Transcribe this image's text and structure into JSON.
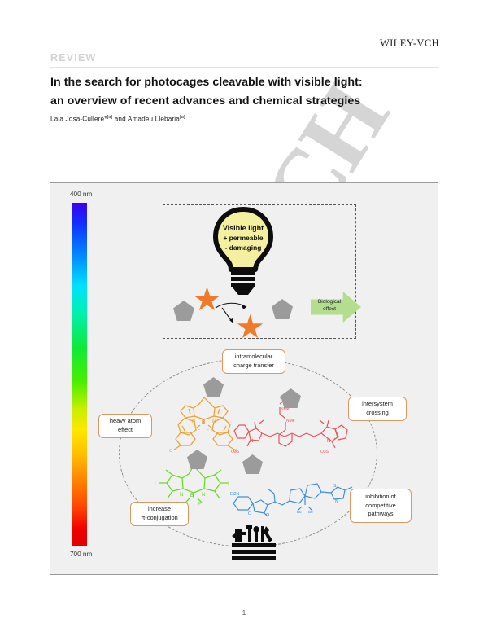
{
  "publisher": "WILEY-VCH",
  "section_kicker": "REVIEW",
  "title": "In the search for photocages cleavable with visible light: an overview of recent advances and chemical strategies",
  "authors": {
    "full": "Laia Josa-Culleré* [a] and Amadeu Llebaria [a]",
    "first_author": "Laia Josa-Culleré*",
    "first_affil": "[a]",
    "conjunction": "and",
    "second_author": "Amadeu Llebaria",
    "second_affil": "[a]"
  },
  "watermark_text": "CH",
  "page_number": "1",
  "figure": {
    "spectrum": {
      "top_label": "400 nm",
      "bottom_label": "700 nm",
      "top_color": "#3b00f0",
      "bottom_color": "#e00000"
    },
    "lightbulb": {
      "line1": "Visible light",
      "line2": "+ permeable",
      "line3": "- damaging",
      "bulb_color": "#f4f0a0",
      "outline_color": "#111111"
    },
    "biological_effect": {
      "label_line1": "Biological",
      "label_line2": "effect",
      "arrow_color": "#b3de8e"
    },
    "callouts": [
      {
        "id": "intramolecular-charge-transfer",
        "line1": "intramolecular",
        "line2": "charge transfer",
        "line3": ""
      },
      {
        "id": "intersystem-crossing",
        "line1": "intersystem",
        "line2": "crossing",
        "line3": ""
      },
      {
        "id": "heavy-atom-effect",
        "line1": "heavy atom",
        "line2": "effect",
        "line3": ""
      },
      {
        "id": "increase-pi-conjugation",
        "line1": "increase",
        "line2": "π-conjugation",
        "line3": ""
      },
      {
        "id": "inhibition-of-competitive-pathways",
        "line1": "inhibition of",
        "line2": "competitive",
        "line3": "pathways"
      }
    ],
    "structures": [
      {
        "id": "bodipy-dimethoxy",
        "color": "#f0a030",
        "label": "orange BODIPY photocage"
      },
      {
        "id": "cyanine-heptamethine",
        "color": "#e8555a",
        "label": "red cyanine photocage"
      },
      {
        "id": "diiodo-bodipy",
        "color": "#66dd22",
        "label": "green diiodo-BODIPY photocage"
      },
      {
        "id": "coumarin-fluorene-benzothiazole",
        "color": "#3d8fd8",
        "label": "blue coumarin photocage"
      }
    ],
    "structure_labels": {
      "cyanine_n_me_1": "NMe",
      "cyanine_n_me_2": "NMe",
      "cyanine_so3_left": "O3S",
      "cyanine_so3_right": "O3S",
      "coumarin_amine": "Et2N",
      "fluorene_bu_1": "Bu",
      "fluorene_bu_2": "Bu",
      "iodine": "I",
      "oxygen": "O",
      "nitrogen": "N",
      "sulfur": "S",
      "boron": "B",
      "fluorine": "F"
    },
    "toolbox_icon": "toolbox-with-tools",
    "background_color": "#f0f0f0",
    "border_color": "#9a9a9a",
    "accent_box_border": "#d79a62",
    "pentagon_color": "#9b9b9b",
    "star_color": "#ef7a2a"
  }
}
